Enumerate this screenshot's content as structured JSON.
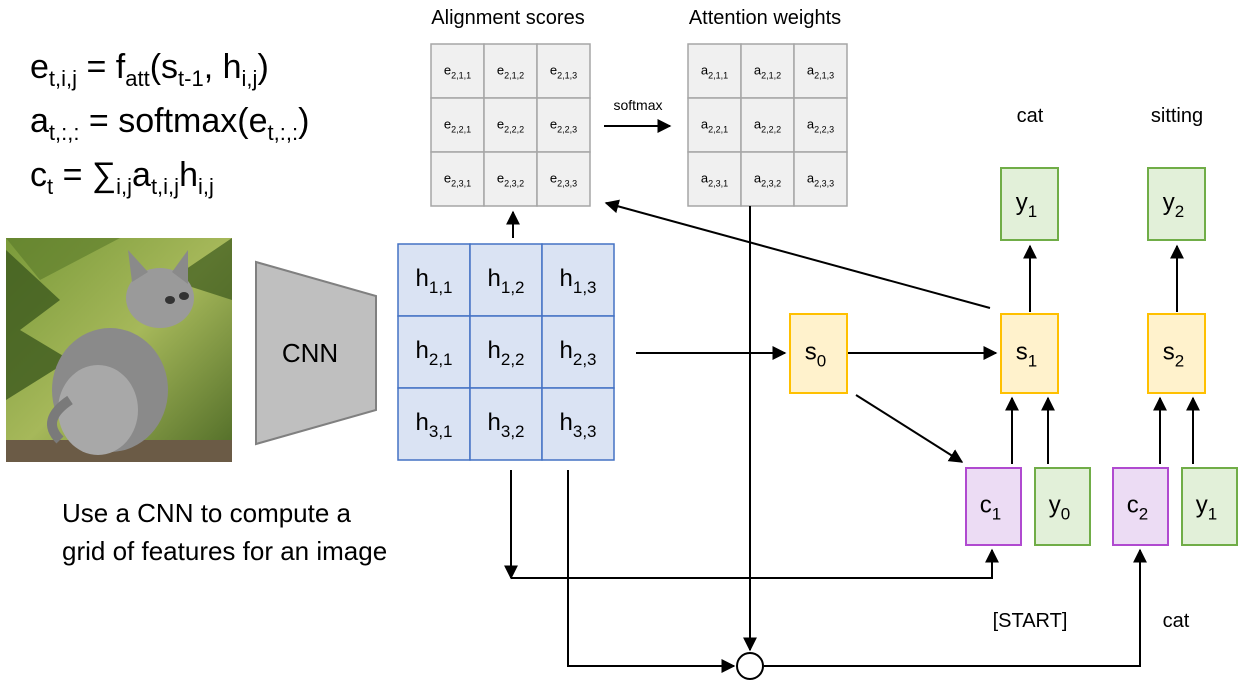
{
  "equations": [
    {
      "base": "e",
      "sub": "t,i,j",
      "mid": " = f",
      "sub2": "att",
      "rest1": "(s",
      "sub3": "t-1",
      "rest2": ", h",
      "sub4": "i,j",
      "rest3": ")"
    },
    {
      "base": "a",
      "sub": "t,:,:",
      "mid": " = softmax(e",
      "sub2": "t,:,:",
      "rest1": ")"
    },
    {
      "base": "c",
      "sub": "t",
      "mid": " = ∑",
      "sub2": "i,j",
      "rest1": "a",
      "sub3": "t,i,j",
      "rest2": "h",
      "sub4": "i,j"
    }
  ],
  "labels": {
    "alignment_scores": "Alignment scores",
    "attention_weights": "Attention weights",
    "softmax": "softmax",
    "cnn": "CNN",
    "caption_line1": "Use a CNN to compute a",
    "caption_line2": "grid of features for an image",
    "start": "[START]",
    "cat_input": "cat",
    "cat_output": "cat",
    "sitting_output": "sitting"
  },
  "feature_grid": [
    [
      {
        "b": "h",
        "s": "1,1"
      },
      {
        "b": "h",
        "s": "1,2"
      },
      {
        "b": "h",
        "s": "1,3"
      }
    ],
    [
      {
        "b": "h",
        "s": "2,1"
      },
      {
        "b": "h",
        "s": "2,2"
      },
      {
        "b": "h",
        "s": "2,3"
      }
    ],
    [
      {
        "b": "h",
        "s": "3,1"
      },
      {
        "b": "h",
        "s": "3,2"
      },
      {
        "b": "h",
        "s": "3,3"
      }
    ]
  ],
  "alignment_grid": [
    [
      {
        "b": "e",
        "s": "2,1,1"
      },
      {
        "b": "e",
        "s": "2,1,2"
      },
      {
        "b": "e",
        "s": "2,1,3"
      }
    ],
    [
      {
        "b": "e",
        "s": "2,2,1"
      },
      {
        "b": "e",
        "s": "2,2,2"
      },
      {
        "b": "e",
        "s": "2,2,3"
      }
    ],
    [
      {
        "b": "e",
        "s": "2,3,1"
      },
      {
        "b": "e",
        "s": "2,3,2"
      },
      {
        "b": "e",
        "s": "2,3,3"
      }
    ]
  ],
  "attention_grid": [
    [
      {
        "b": "a",
        "s": "2,1,1"
      },
      {
        "b": "a",
        "s": "2,1,2"
      },
      {
        "b": "a",
        "s": "2,1,3"
      }
    ],
    [
      {
        "b": "a",
        "s": "2,2,1"
      },
      {
        "b": "a",
        "s": "2,2,2"
      },
      {
        "b": "a",
        "s": "2,2,3"
      }
    ],
    [
      {
        "b": "a",
        "s": "2,3,1"
      },
      {
        "b": "a",
        "s": "2,3,2"
      },
      {
        "b": "a",
        "s": "2,3,3"
      }
    ]
  ],
  "nodes": {
    "s0": {
      "b": "s",
      "s": "0"
    },
    "s1": {
      "b": "s",
      "s": "1"
    },
    "s2": {
      "b": "s",
      "s": "2"
    },
    "y1_out": {
      "b": "y",
      "s": "1"
    },
    "y2_out": {
      "b": "y",
      "s": "2"
    },
    "c1": {
      "b": "c",
      "s": "1"
    },
    "c2": {
      "b": "c",
      "s": "2"
    },
    "y0_in": {
      "b": "y",
      "s": "0"
    },
    "y1_in": {
      "b": "y",
      "s": "1"
    }
  },
  "colors": {
    "feature_fill": "#dae3f3",
    "feature_stroke": "#4472c4",
    "grid_fill": "#f0f0f0",
    "grid_stroke": "#a6a6a6",
    "state_fill": "#fff2cc",
    "state_stroke": "#ffc000",
    "output_fill": "#e2f0d9",
    "output_stroke": "#70ad47",
    "context_fill": "#ecdcf4",
    "context_stroke": "#b04ad0",
    "cnn_fill": "#bfbfbf",
    "cnn_stroke": "#808080"
  }
}
